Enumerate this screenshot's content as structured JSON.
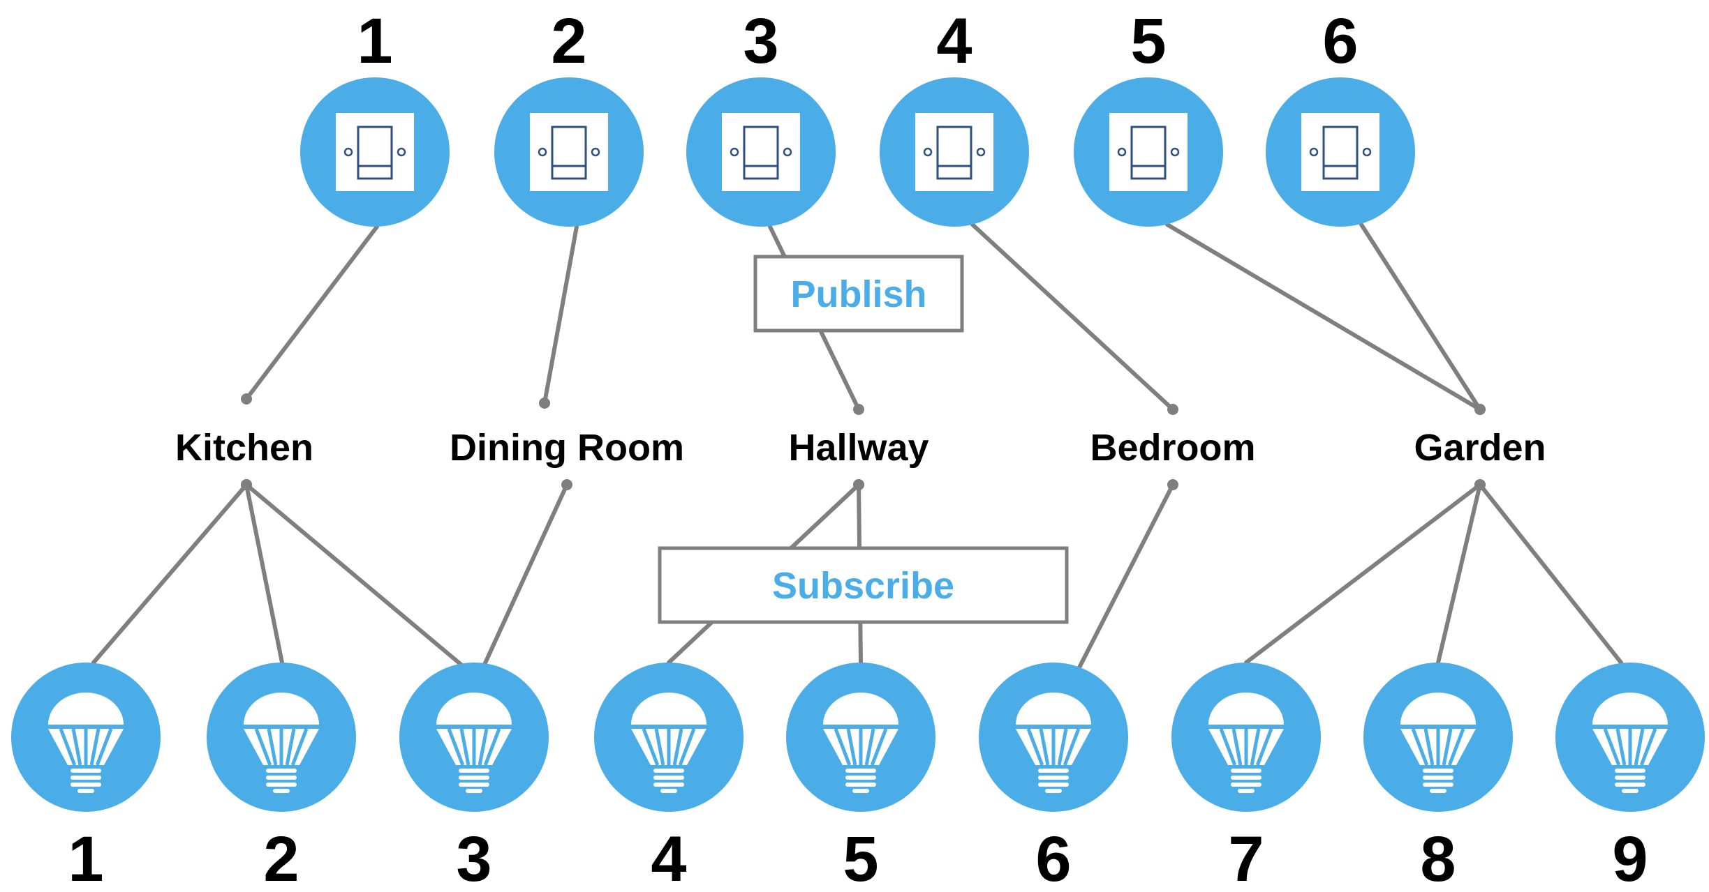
{
  "colors": {
    "node_fill": "#4BADE8",
    "connector": "#7F7F7F",
    "label_accent": "#4BADE8",
    "text": "#000000",
    "background": "#FFFFFF"
  },
  "icons": {
    "switch": "light-switch-icon",
    "bulb": "light-bulb-icon"
  },
  "switches": [
    {
      "id": "1",
      "label": "1"
    },
    {
      "id": "2",
      "label": "2"
    },
    {
      "id": "3",
      "label": "3"
    },
    {
      "id": "4",
      "label": "4"
    },
    {
      "id": "5",
      "label": "5"
    },
    {
      "id": "6",
      "label": "6"
    }
  ],
  "topics": [
    {
      "id": "kitchen",
      "label": "Kitchen"
    },
    {
      "id": "dining",
      "label": "Dining Room"
    },
    {
      "id": "hallway",
      "label": "Hallway"
    },
    {
      "id": "bedroom",
      "label": "Bedroom"
    },
    {
      "id": "garden",
      "label": "Garden"
    }
  ],
  "bulbs": [
    {
      "id": "1",
      "label": "1"
    },
    {
      "id": "2",
      "label": "2"
    },
    {
      "id": "3",
      "label": "3"
    },
    {
      "id": "4",
      "label": "4"
    },
    {
      "id": "5",
      "label": "5"
    },
    {
      "id": "6",
      "label": "6"
    },
    {
      "id": "7",
      "label": "7"
    },
    {
      "id": "8",
      "label": "8"
    },
    {
      "id": "9",
      "label": "9"
    }
  ],
  "publish_links": [
    {
      "switch": "1",
      "topic": "kitchen"
    },
    {
      "switch": "2",
      "topic": "dining"
    },
    {
      "switch": "3",
      "topic": "hallway"
    },
    {
      "switch": "4",
      "topic": "bedroom"
    },
    {
      "switch": "5",
      "topic": "garden"
    },
    {
      "switch": "6",
      "topic": "garden"
    }
  ],
  "subscribe_links": [
    {
      "topic": "kitchen",
      "bulb": "1"
    },
    {
      "topic": "kitchen",
      "bulb": "2"
    },
    {
      "topic": "kitchen",
      "bulb": "3"
    },
    {
      "topic": "dining",
      "bulb": "3"
    },
    {
      "topic": "hallway",
      "bulb": "4"
    },
    {
      "topic": "hallway",
      "bulb": "5"
    },
    {
      "topic": "bedroom",
      "bulb": "6"
    },
    {
      "topic": "garden",
      "bulb": "7"
    },
    {
      "topic": "garden",
      "bulb": "8"
    },
    {
      "topic": "garden",
      "bulb": "9"
    }
  ],
  "publish_box": {
    "label": "Publish"
  },
  "subscribe_box": {
    "label": "Subscribe"
  }
}
